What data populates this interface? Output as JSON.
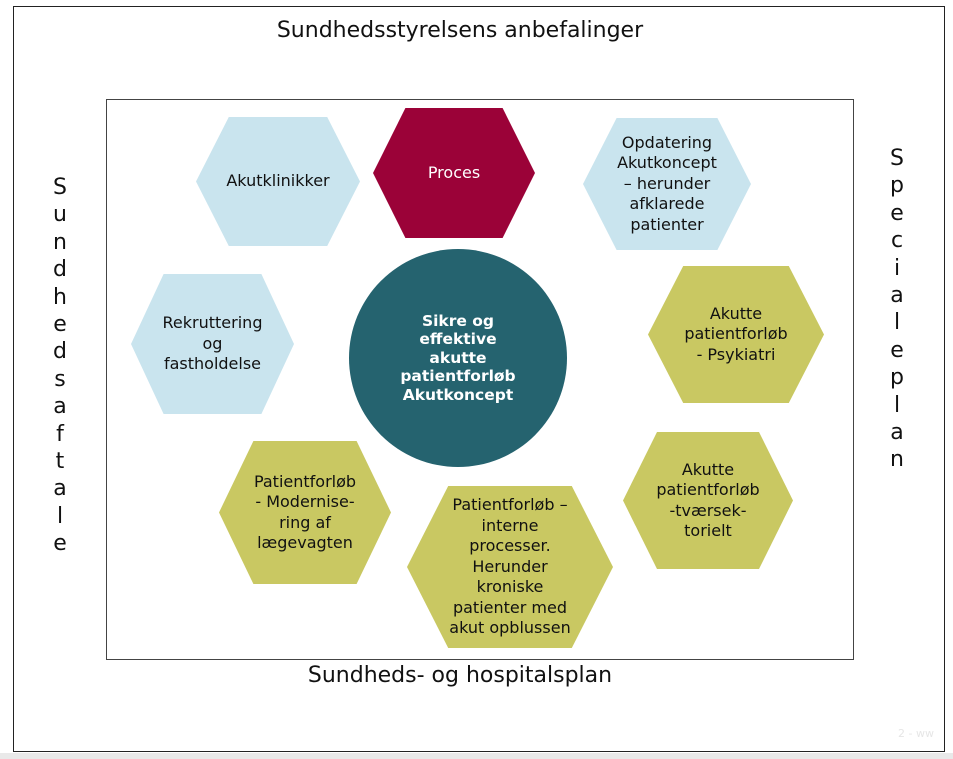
{
  "titles": {
    "top": "Sundhedsstyrelsens anbefalinger",
    "bottom": "Sundheds- og hospitalsplan",
    "left": "Sundhedsaftale",
    "right": "Specialeplan"
  },
  "center": {
    "text": "Sikre og\neffektive\nakutte\npatientforløb\nAkutkoncept"
  },
  "hexagons": {
    "akutklinikker": "Akutklinikker",
    "proces": "Proces",
    "opdatering": "Opdatering\nAkutkoncept\n– herunder\nafklarede\npatienter",
    "rekruttering": "Rekruttering\nog\nfastholdelse",
    "psykiatri": "Akutte\npatientforløb\n- Psykiatri",
    "laegevagten": "Patientforløb\n- Modernise-\nring af\nlægevagten",
    "interne": "Patientforløb –\ninterne\nprocesser.\nHerunder\nkroniske\npatienter med\nakut opblussen",
    "tvaersektorielt": "Akutte\npatientforløb\n-tværsek-\ntorielt"
  },
  "watermark": "2 - ww",
  "colors": {
    "light_blue": "#c9e4ee",
    "crimson": "#9b0238",
    "olive": "#c9c862",
    "teal": "#25636f"
  }
}
